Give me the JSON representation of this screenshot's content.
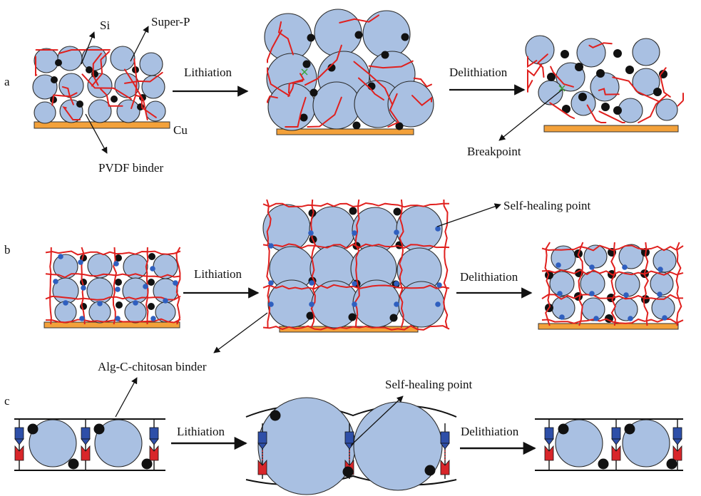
{
  "panels": {
    "a": {
      "letter": "a",
      "labels": {
        "si": "Si",
        "superp": "Super-P",
        "cu": "Cu",
        "pvdf": "PVDF binder",
        "breakpoint": "Breakpoint"
      },
      "lithiation": "Lithiation",
      "delithiation": "Delithiation"
    },
    "b": {
      "letter": "b",
      "labels": {
        "selfheal": "Self-healing point",
        "binder": "Alg-C-chitosan binder"
      },
      "lithiation": "Lithiation",
      "delithiation": "Delithiation"
    },
    "c": {
      "letter": "c",
      "labels": {
        "selfheal": "Self-healing point"
      },
      "lithiation": "Lithiation",
      "delithiation": "Delithiation"
    }
  },
  "colors": {
    "particle": "#a9c0e2",
    "outline": "#2a2a2a",
    "binder": "#e0201e",
    "healing_point": "#2f5fbf",
    "conductive": "#111111",
    "current_collector": "#f3a13a"
  }
}
